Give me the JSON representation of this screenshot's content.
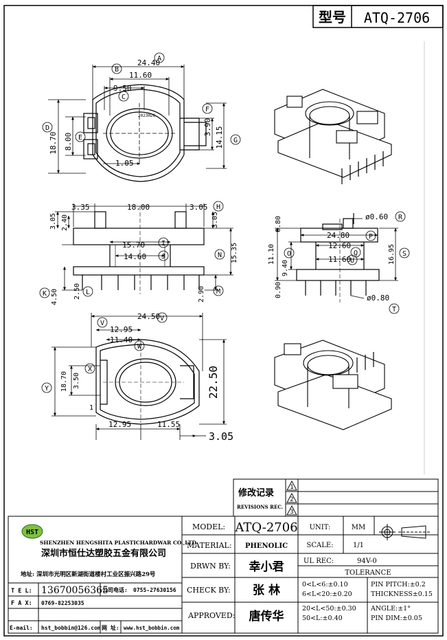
{
  "header": {
    "label": "型号",
    "model": "ATQ-2706"
  },
  "dims": {
    "top": {
      "width": "24.40",
      "bore_outer": "11.60",
      "bore_inner": "9.50",
      "height": "18.70",
      "slot": "8.00",
      "f_val": "3.90",
      "g_val": "14.15",
      "bottom": "1.05",
      "part_no": "2023H26",
      "A": "A",
      "B": "B",
      "C": "C",
      "D": "D",
      "E": "E",
      "F": "F",
      "G": "G"
    },
    "front": {
      "left": "3.35",
      "mid": "18.00",
      "right": "3.05",
      "H": "H",
      "top_left_a": "3.05",
      "top_left_b": "2.40",
      "right_h": "3.05",
      "i_val": "15.70",
      "I": "I",
      "j_val": "14.60",
      "J": "J",
      "n_val": "15.35",
      "N": "N",
      "k_val": "4.50",
      "K": "K",
      "l_val": "2.50",
      "L": "L",
      "m_val": "2.90",
      "M": "M"
    },
    "side": {
      "pin_top": "0.80",
      "pin_r": "ø0.60",
      "R": "R",
      "p_val": "24.80",
      "P": "P",
      "q_val": "12.60",
      "Q": "Q",
      "o_left": "11.10",
      "o_val": "9.40",
      "O": "O",
      "u_val": "11.60",
      "U": "U",
      "s_val": "16.95",
      "S": "S",
      "pin_bot": "0.90",
      "pin_t": "ø0.80",
      "T": "T"
    },
    "bottom": {
      "width": "24.50",
      "V": "V",
      "W": "W",
      "X": "X",
      "Y": "Y",
      "v_val": "12.95",
      "w_val": "11.40",
      "y_val": "18.70",
      "x_val": "3.50",
      "one": "1",
      "bl": "12.95",
      "br": "11.55",
      "tall": "22.50",
      "gap": "3.05"
    }
  },
  "revision": {
    "title": "修改记录",
    "subtitle": "REVISIONS REC.",
    "marks": [
      "1",
      "2",
      "3"
    ]
  },
  "company": {
    "logo": "HST",
    "name_en": "SHENZHEN HENGSHITA PLASTICHARDWAR CO.,LTD",
    "name_cn": "深圳市恒仕达塑胶五金有限公司",
    "address": "地址: 深圳市光明区新湖街道楼村工业区振兴路29号",
    "tel_label": "T E L:",
    "tel": "13670056365",
    "office_label": "公司电话:",
    "office": "0755-27630156",
    "fax_label": "F A X:",
    "fax": "0769-82253035",
    "email_label": "E-mail:",
    "email": "hst_bobbin@126.com",
    "web_label": "网 址:",
    "web": "www.hst_bobbin.com"
  },
  "title_block": {
    "model_label": "MODEL:",
    "model": "ATQ-2706",
    "material_label": "MATERIAL:",
    "material": "PHENOLIC",
    "drawn_label": "DRWN BY:",
    "drawn": "幸小君",
    "check_label": "CHECK BY:",
    "check": "张 林",
    "approved_label": "APPROVED:",
    "approved": "唐传华",
    "unit_label": "UNIT:",
    "unit": "MM",
    "scale_label": "SCALE:",
    "scale": "1/1",
    "ul_label": "UL REC:",
    "ul": "94V-0",
    "tolerance_label": "TOLERANCE",
    "tol": [
      "0<L<6:±0.10",
      "6<L<20:±0.20",
      "20<L<50:±0.30",
      "50<L:±0.40"
    ],
    "pin": [
      "PIN PITCH:±0.2",
      "THICKNESS±0.15",
      "ANGLE:±1°",
      "PIN DIM:±0.05"
    ]
  }
}
